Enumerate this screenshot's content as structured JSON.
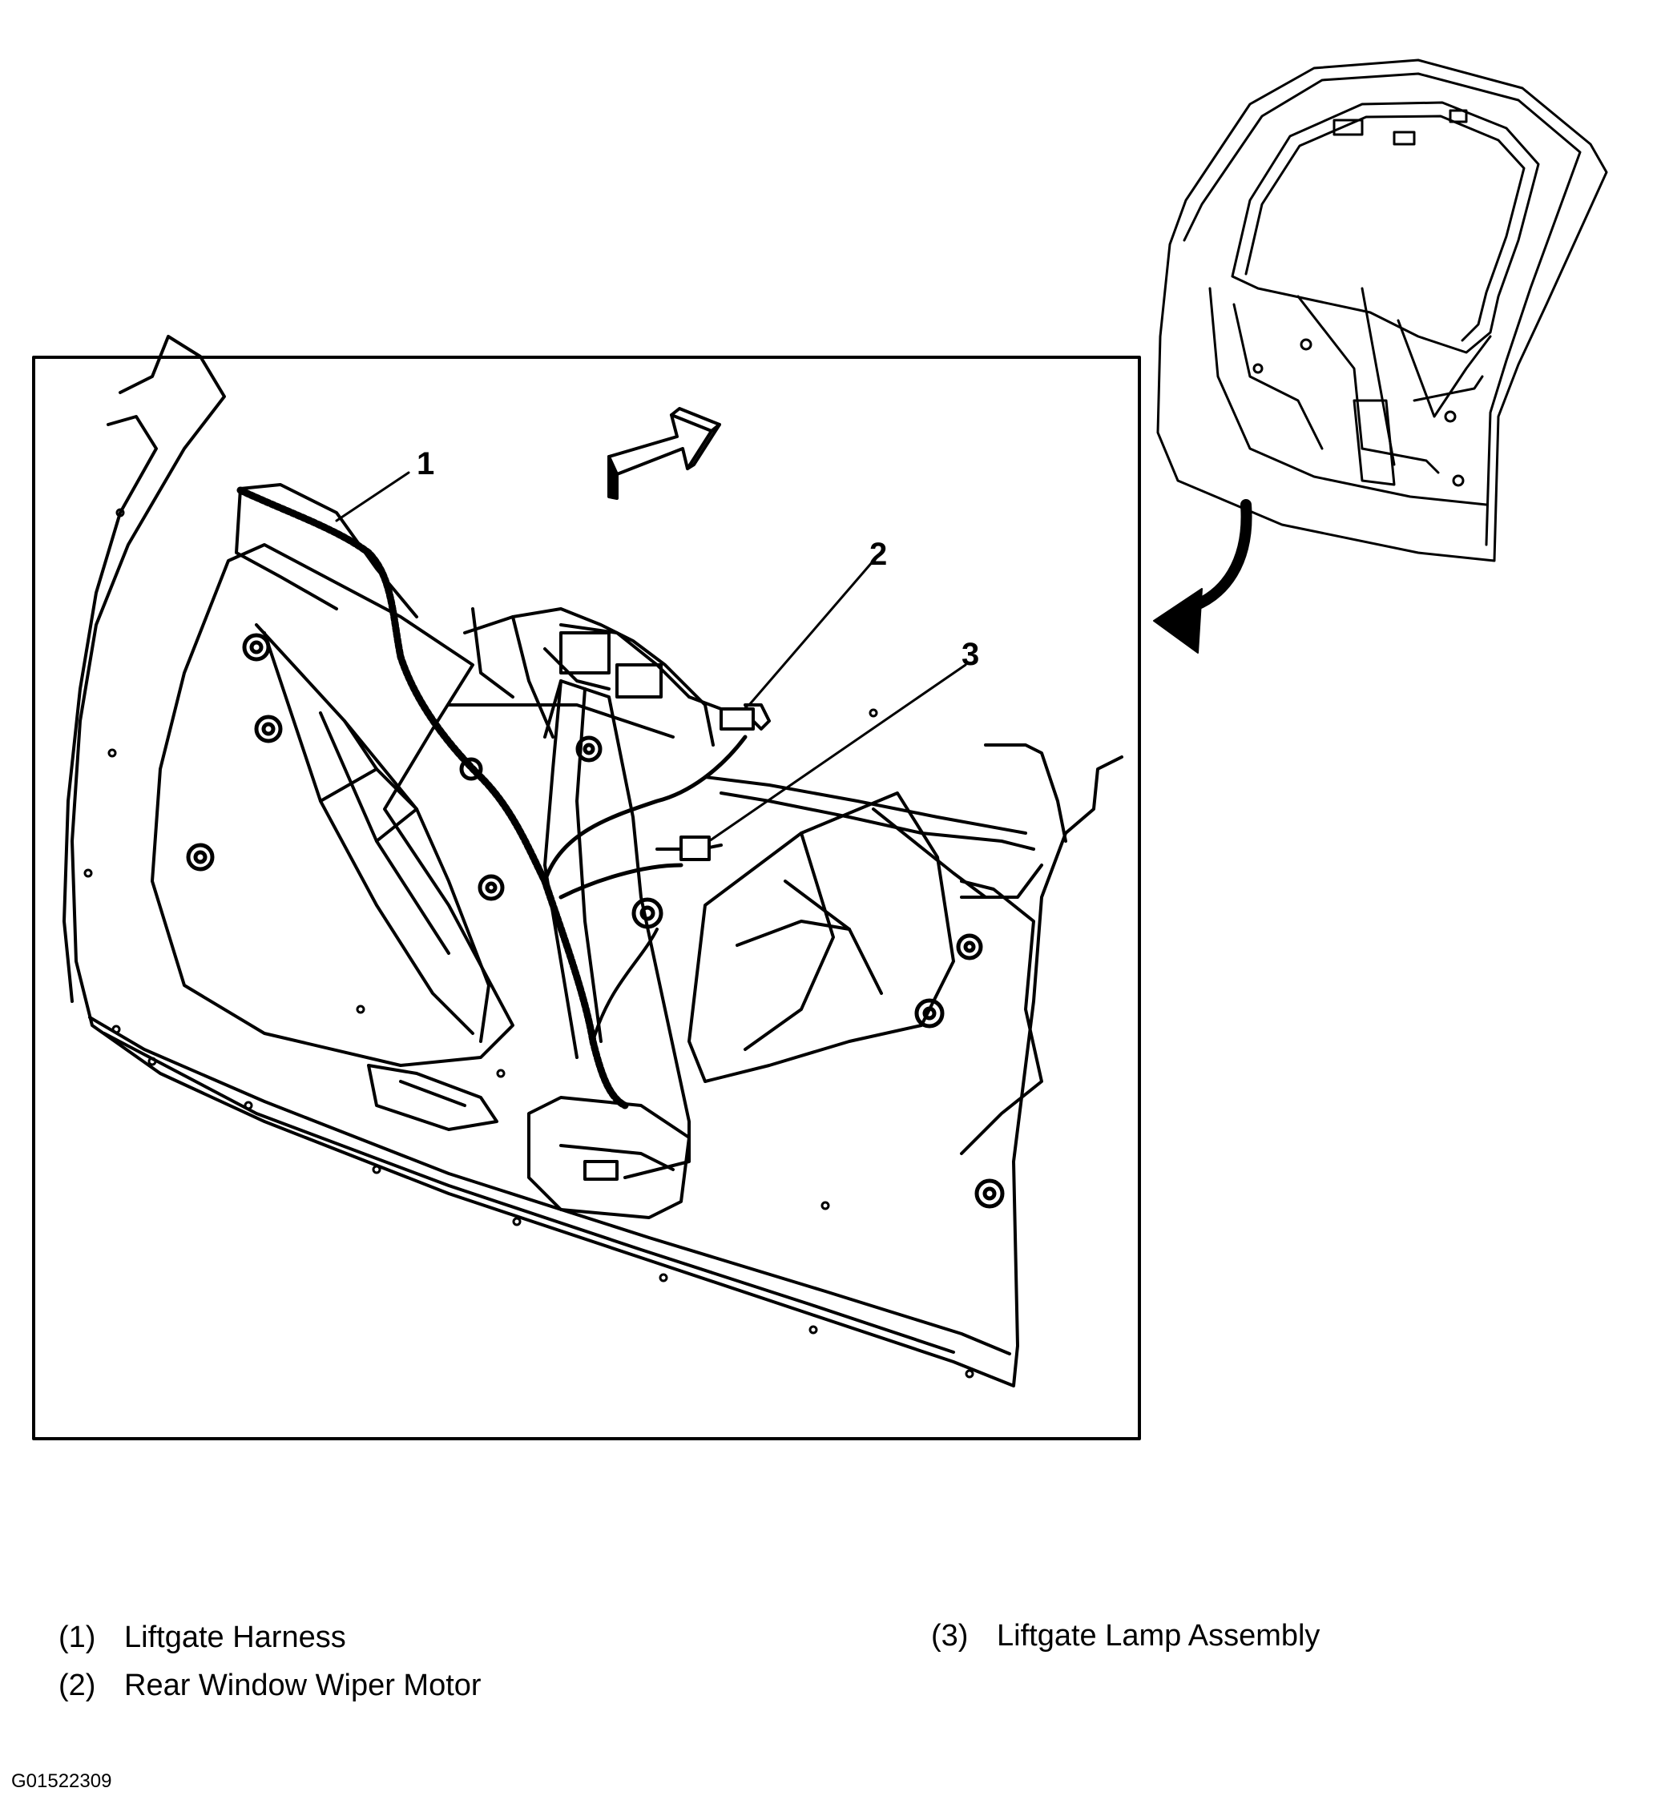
{
  "callouts": [
    {
      "number": "1",
      "label": "Liftgate Harness"
    },
    {
      "number": "2",
      "label": "Rear Window Wiper Motor"
    },
    {
      "number": "3",
      "label": "Liftgate Lamp Assembly"
    }
  ],
  "legend": [
    {
      "index": "(1)",
      "text": "Liftgate Harness"
    },
    {
      "index": "(2)",
      "text": "Rear Window Wiper Motor"
    },
    {
      "index": "(3)",
      "text": "Liftgate Lamp Assembly"
    }
  ],
  "figure_id": "G01522309"
}
